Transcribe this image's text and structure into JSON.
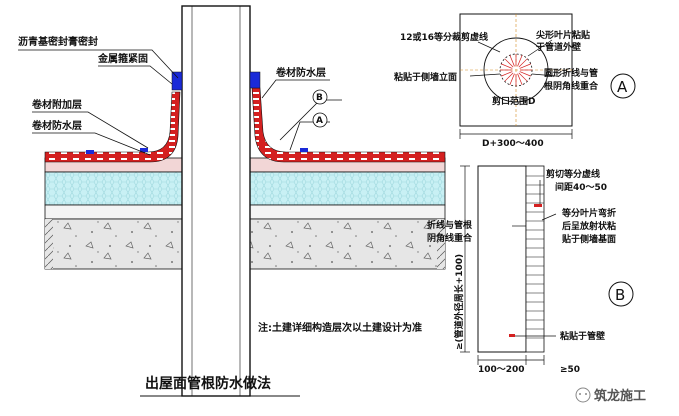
{
  "left_detail": {
    "labels": {
      "asphalt_seal": "沥青基密封膏密封",
      "metal_hoop": "金属箍紧固",
      "membrane_right": "卷材防水层",
      "additional_layer": "卷材附加层",
      "membrane_left": "卷材防水层",
      "section_b": "B",
      "section_a": "A"
    },
    "note": "注:土建详细构造层次以土建设计为准",
    "title": "出屋面管根防水做法"
  },
  "detail_a": {
    "labels": {
      "divide_lines": "12或16等分裁剪虚线",
      "cusp_leaves": "尖形叶片粘贴",
      "cusp_leaves_2": "于管道外壁",
      "side_wall": "粘贴于侧墙立面",
      "circle_fold": "圆形折线与管",
      "circle_fold_2": "根阴角线重合",
      "hole_range": "剪口范围D",
      "dimension": "D+300～400",
      "badge": "A"
    }
  },
  "detail_b": {
    "labels": {
      "cut_lines": "剪切等分虚线",
      "spacing": "间距40～50",
      "fold_line": "折线与管根",
      "fold_line_2": "阴角线重合",
      "leaves_bend": "等分叶片弯折",
      "leaves_bend_2": "后呈放射状粘",
      "leaves_bend_3": "贴于侧墙基面",
      "pipe_wall": "粘贴于管壁",
      "vertical_dim": "≥(管道外径周长+100)",
      "dim_bottom_left": "100～200",
      "dim_bottom_right": "≥50",
      "badge": "B"
    }
  },
  "watermark": {
    "text": "筑龙施工"
  },
  "colors": {
    "membrane_red": "#d42020",
    "insulation_cyan": "#c8f0f4",
    "concrete_gray": "#dcdcdc",
    "line_dark": "#111111",
    "accent_blue": "#1a2ad8"
  }
}
